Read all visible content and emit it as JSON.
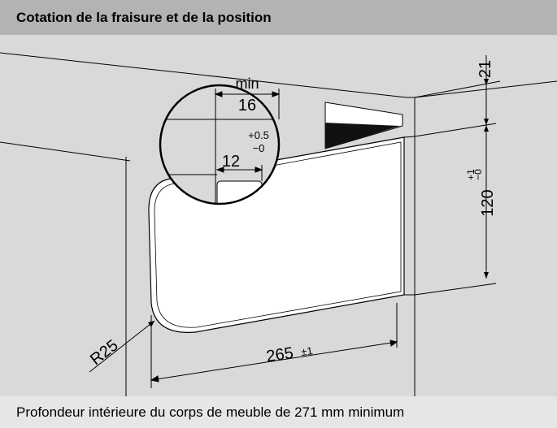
{
  "header": {
    "title": "Cotation de la fraisure et de la position"
  },
  "diagram": {
    "detail": {
      "min_label": "min",
      "min_value": "16",
      "width_value": "12",
      "width_tol_upper": "+0.5",
      "width_tol_lower": "−0"
    },
    "dim_top": "21",
    "dim_height": "120",
    "dim_height_tol_upper": "+1",
    "dim_height_tol_lower": "−0",
    "dim_radius": "R25",
    "dim_length": "265",
    "dim_length_tol": "±1"
  },
  "footer": {
    "note": "Profondeur intérieure du corps de meuble de 271 mm minimum"
  },
  "colors": {
    "header_bg": "#b3b3b3",
    "diagram_bg": "#d9d9d9",
    "footer_bg": "#e6e6e6"
  }
}
